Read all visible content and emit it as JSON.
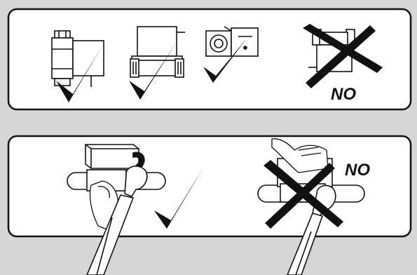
{
  "panels": [
    {
      "id": "orientation",
      "items": [
        {
          "kind": "valve-horizontal-actuator-side",
          "mark": "check"
        },
        {
          "kind": "valve-actuator-top",
          "mark": "check"
        },
        {
          "kind": "valve-actuator-end-view",
          "mark": "check"
        },
        {
          "kind": "valve-actuator-below-pipe",
          "mark": "cross",
          "label": "NO"
        }
      ]
    },
    {
      "id": "wrench-installation",
      "items": [
        {
          "kind": "wrench-on-pipe-fitting",
          "mark": "check"
        },
        {
          "kind": "wrench-on-valve-body",
          "mark": "cross",
          "label": "NO"
        }
      ]
    }
  ],
  "colors": {
    "background": "#d6d6d6",
    "panel": "#ffffff",
    "ink": "#111111"
  },
  "icons": [
    "check-icon",
    "cross-icon",
    "wrench-icon",
    "hand-icon",
    "zone-valve-icon"
  ]
}
